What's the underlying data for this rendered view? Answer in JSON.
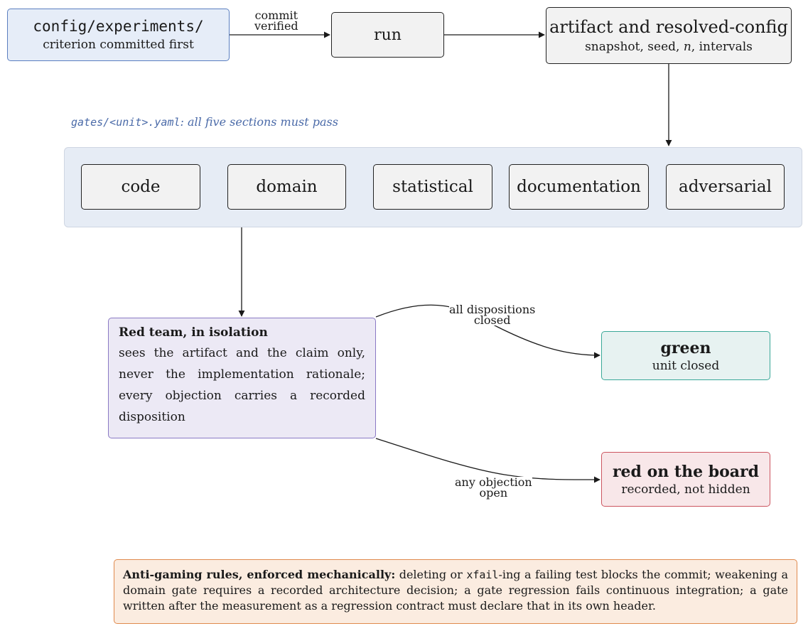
{
  "config": {
    "path": "config/experiments/",
    "subtitle": "criterion committed first"
  },
  "edge_commit": {
    "line1": "commit",
    "line2": "verified"
  },
  "run": {
    "label": "run"
  },
  "artifact": {
    "title": "artifact and resolved-config",
    "sub_pre": "snapshot, seed, ",
    "sub_var": "n",
    "sub_post": ", intervals"
  },
  "gates": {
    "caption_code": "gates/<unit>.yaml",
    "caption_text": ": all five sections must pass",
    "sections": [
      "code",
      "domain",
      "statistical",
      "documentation",
      "adversarial"
    ]
  },
  "redteam": {
    "title": "Red team, in isolation",
    "lines": [
      "sees the artifact and the claim only,",
      "never the implementation rationale;",
      "every objection carries a recorded",
      "disposition"
    ]
  },
  "edge_closed": {
    "line1": "all dispositions",
    "line2": "closed"
  },
  "edge_open": {
    "line1": "any objection",
    "line2": "open"
  },
  "green": {
    "title": "green",
    "subtitle": "unit closed"
  },
  "red": {
    "title": "red on the board",
    "subtitle": "recorded, not hidden"
  },
  "rules": {
    "lead": "Anti-gaming rules, enforced mechanically:",
    "text_a": " deleting or ",
    "code": "xfail",
    "text_b": "-ing a failing test blocks the commit; weakening a domain gate requires a recorded architecture decision; a gate regression fails continuous integration; a gate written after the measurement as a regression contract must declare that in its own header."
  }
}
